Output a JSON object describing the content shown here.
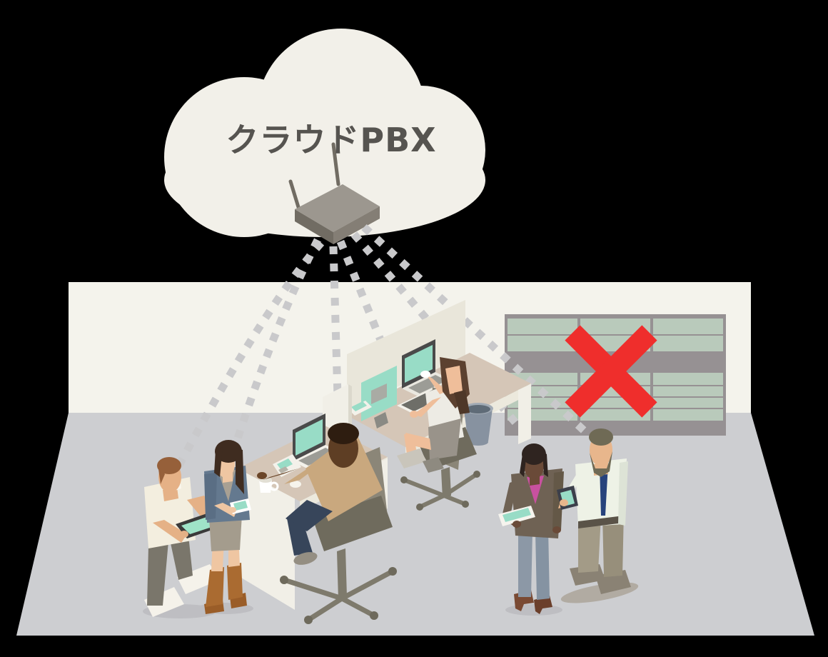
{
  "illustration": {
    "title": "クラウドPBX",
    "scene_elements": {
      "cloud": "cloud-pbx-shape",
      "router": "wireless-router",
      "beams": "wireless-signal-dashed-beams",
      "cabinet": "legacy-pbx-cabinet",
      "cross": "red-x-mark",
      "room": "office-wall-and-floor",
      "people": [
        "standing-man-with-tablet-left",
        "standing-woman-with-phone-left",
        "seated-man-at-laptop-desk",
        "seated-woman-at-monitor-desk",
        "standing-woman-with-tablet-right",
        "standing-man-with-phone-right"
      ]
    },
    "colors": {
      "background": "#000000",
      "cloud": "#F2F0E9",
      "title_text": "#565450",
      "wall": "#F4F3EC",
      "floor": "#CDCED1",
      "beam": "#C9C9CB",
      "router_top": "#9C978F",
      "cross_red": "#EF2E2C",
      "cabinet_frame": "#969193",
      "cabinet_panel": "#B9CABB",
      "screen_mint": "#98DCC6",
      "desk_top": "#D5C6B7",
      "desk_panel": "#F1EFE7"
    }
  }
}
